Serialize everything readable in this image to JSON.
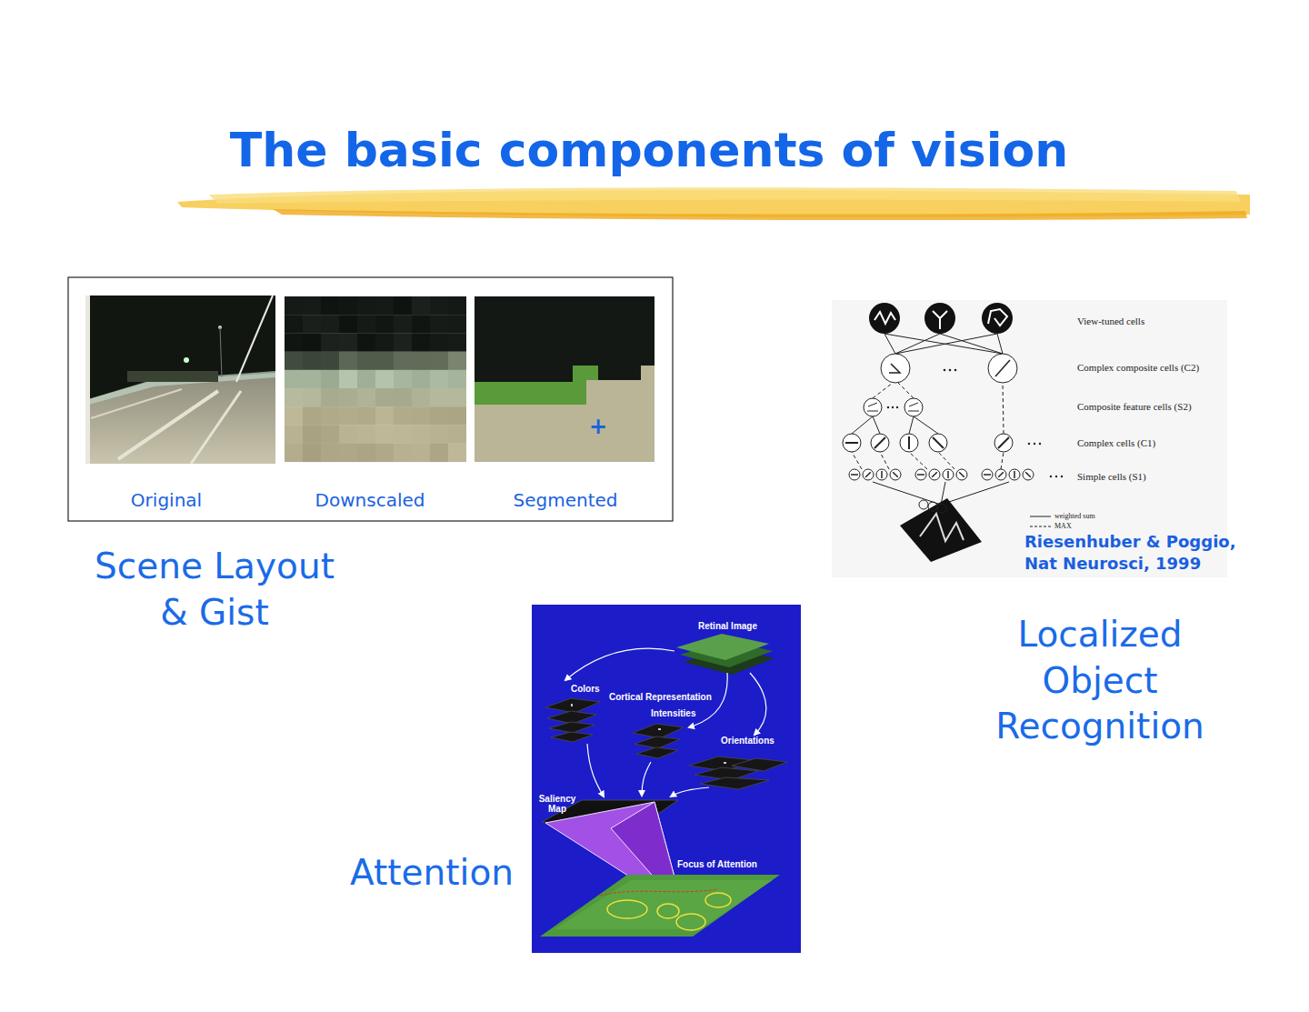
{
  "diagram": {
    "title": "The basic components of vision",
    "labels": [
      "Original",
      "Downscaled",
      "Segmented",
      "+",
      "Scene Layout & Gist",
      "View-tuned cells",
      "Complex composite cells (C2)",
      "Composite feature cells (S2)",
      "Complex cells (C1)",
      "Simple cells (S1)",
      "Riesenhuber & Poggio, Nat Neurosci, 1999",
      "Localized Object Recognition",
      "Retinal Image",
      "Colors",
      "Cortical Representation",
      "Intensities",
      "Orientations",
      "Saliency Map",
      "Focus of Attention",
      "Attention"
    ],
    "legend": [
      {
        "text": "weighted sum"
      },
      {
        "text": "MAX"
      }
    ]
  }
}
